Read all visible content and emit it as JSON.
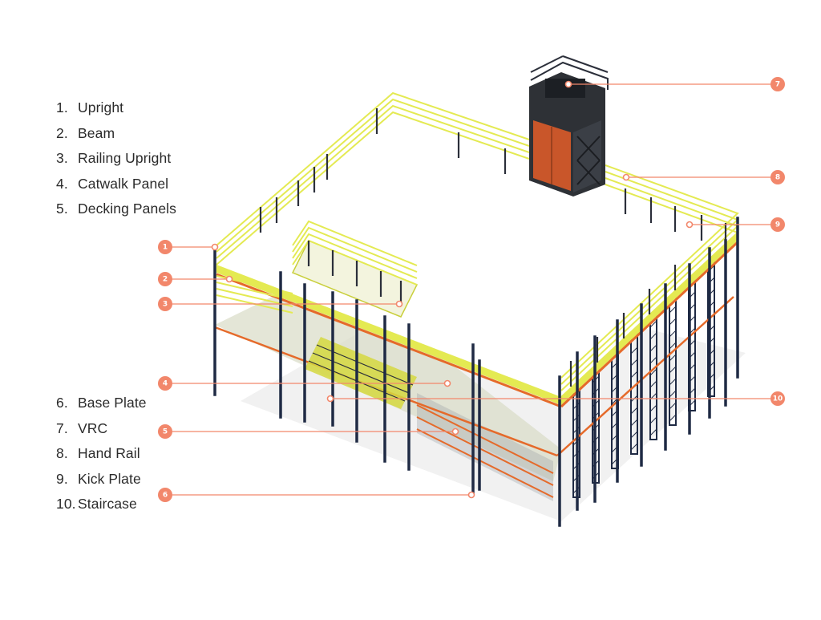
{
  "colors": {
    "callout": "#f2876b",
    "upright": "#1f2a44",
    "beam": "#e56a2a",
    "rail": "#e4ea52",
    "deck": "#d9dcc8",
    "vrc_panel": "#c9562a",
    "vrc_frame": "#3b3b3b"
  },
  "legend_top": [
    {
      "num": "1.",
      "label": "Upright"
    },
    {
      "num": "2.",
      "label": "Beam"
    },
    {
      "num": "3.",
      "label": "Railing Upright"
    },
    {
      "num": "4.",
      "label": "Catwalk Panel"
    },
    {
      "num": "5.",
      "label": "Decking Panels"
    }
  ],
  "legend_bottom": [
    {
      "num": "6.",
      "label": "Base Plate"
    },
    {
      "num": "7.",
      "label": "VRC"
    },
    {
      "num": "8.",
      "label": "Hand Rail"
    },
    {
      "num": "9.",
      "label": "Kick Plate"
    },
    {
      "num": "10.",
      "label": "Staircase"
    }
  ],
  "callouts": [
    {
      "label": "1",
      "icon": "upright"
    },
    {
      "label": "2",
      "icon": "beam"
    },
    {
      "label": "3",
      "icon": "railing-upright"
    },
    {
      "label": "4",
      "icon": "catwalk-panel"
    },
    {
      "label": "5",
      "icon": "decking-panels"
    },
    {
      "label": "6",
      "icon": "base-plate"
    },
    {
      "label": "7",
      "icon": "vrc"
    },
    {
      "label": "8",
      "icon": "hand-rail"
    },
    {
      "label": "9",
      "icon": "kick-plate"
    },
    {
      "label": "10",
      "icon": "staircase"
    }
  ]
}
